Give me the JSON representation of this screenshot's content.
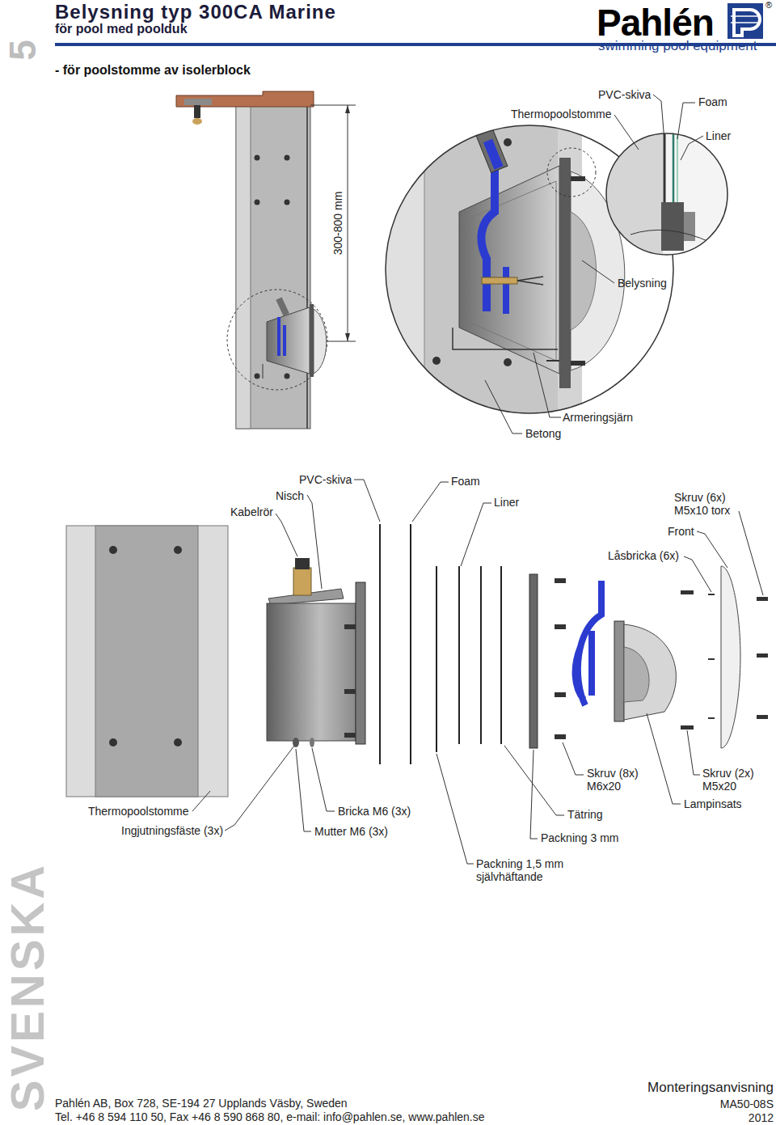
{
  "diagram": {
    "title": "Belysning typ 300CA Marine",
    "labels": [
      "för pool med poolduk",
      "5",
      "Pahlén",
      "swimming pool equipment",
      "®",
      "- för poolstomme av isolerblock",
      "300-800 mm",
      "PVC-skiva",
      "Thermopoolstomme",
      "Foam",
      "Liner",
      "Belysning",
      "Armeringsjärn",
      "Betong",
      "PVC-skiva",
      "Nisch",
      "Kabelrör",
      "Foam",
      "Liner",
      "Skruv (6x) M5x10 torx",
      "Front",
      "Låsbricka (6x)",
      "Skruv (8x) M6x20",
      "Skruv (2x) M5x20",
      "Lampinsats",
      "Tätring",
      "Thermopoolstomme",
      "Ingjutningsfäste (3x)",
      "Bricka M6 (3x)",
      "Mutter M6 (3x)",
      "Packning 3 mm",
      "Packning 1,5 mm självhäftande",
      "SVENSKA",
      "Monteringsanvisning",
      "MA50-08S",
      "2012",
      "Pahlén AB, Box 728, SE-194 27 Upplands Väsby, Sweden",
      "Tel. +46 8 594 110 50, Fax +46 8 590 868 80, e-mail: info@pahlen.se, www.pahlen.se"
    ]
  }
}
